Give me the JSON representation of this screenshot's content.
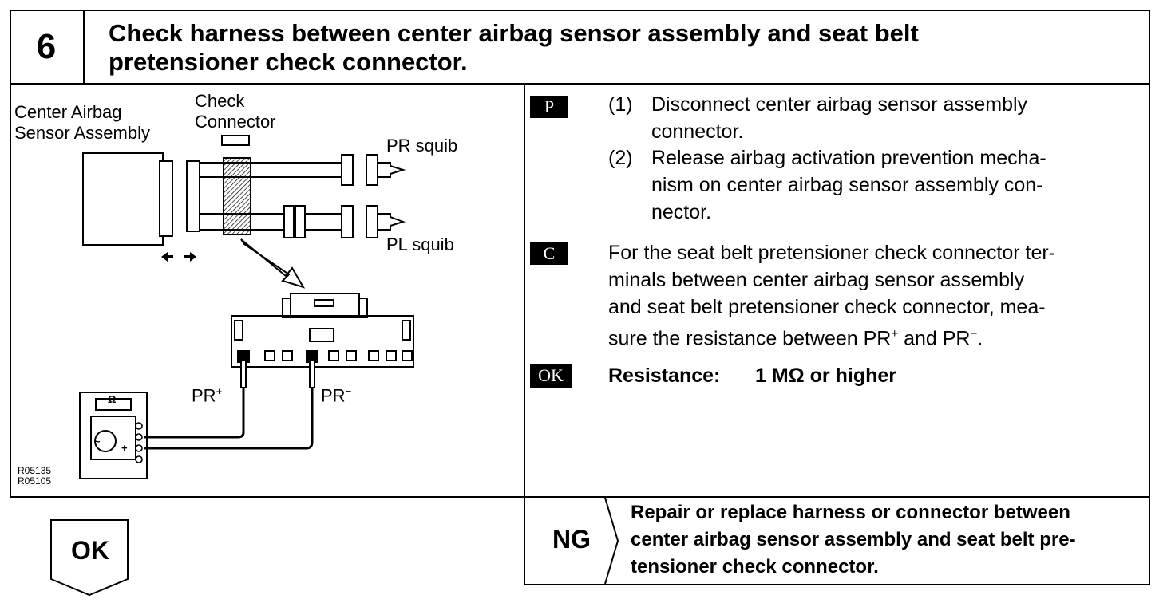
{
  "step": {
    "number": "6",
    "title_line1": "Check harness between center airbag sensor assembly and seat belt",
    "title_line2": "pretensioner check connector."
  },
  "diagram": {
    "label_sensor_line1": "Center Airbag",
    "label_sensor_line2": "Sensor Assembly",
    "label_check_line1": "Check",
    "label_check_line2": "Connector",
    "label_pr_squib": "PR squib",
    "label_pl_squib": "PL squib",
    "label_pr_plus": "PR",
    "label_pr_plus_sup": "+",
    "label_pr_minus": "PR",
    "label_pr_minus_sup": "−",
    "meter_symbol": "Ω",
    "ref_code_1": "R05135",
    "ref_code_2": "R05105"
  },
  "procedure": {
    "badge_p": "P",
    "step1_num": "(1)",
    "step1_line1": "Disconnect center airbag sensor assembly",
    "step1_line2": "connector.",
    "step2_num": "(2)",
    "step2_line1": "Release airbag activation prevention mecha-",
    "step2_line2": "nism on center airbag sensor assembly con-",
    "step2_line3": "nector.",
    "badge_c": "C",
    "check_line1": "For the seat belt pretensioner check connector ter-",
    "check_line2": "minals between center airbag sensor assembly",
    "check_line3": "and seat belt pretensioner check connector, mea-",
    "check_line4_a": "sure the resistance between PR",
    "check_line4_sup1": "+",
    "check_line4_b": " and PR",
    "check_line4_sup2": "−",
    "check_line4_c": ".",
    "badge_ok": "OK",
    "spec_label": "Resistance:",
    "spec_value": "1 MΩ or higher"
  },
  "ng": {
    "label": "NG",
    "line1": "Repair or replace harness or connector between",
    "line2": "center airbag sensor assembly and seat belt pre-",
    "line3": "tensioner check connector."
  },
  "ok_flow": {
    "label": "OK"
  }
}
